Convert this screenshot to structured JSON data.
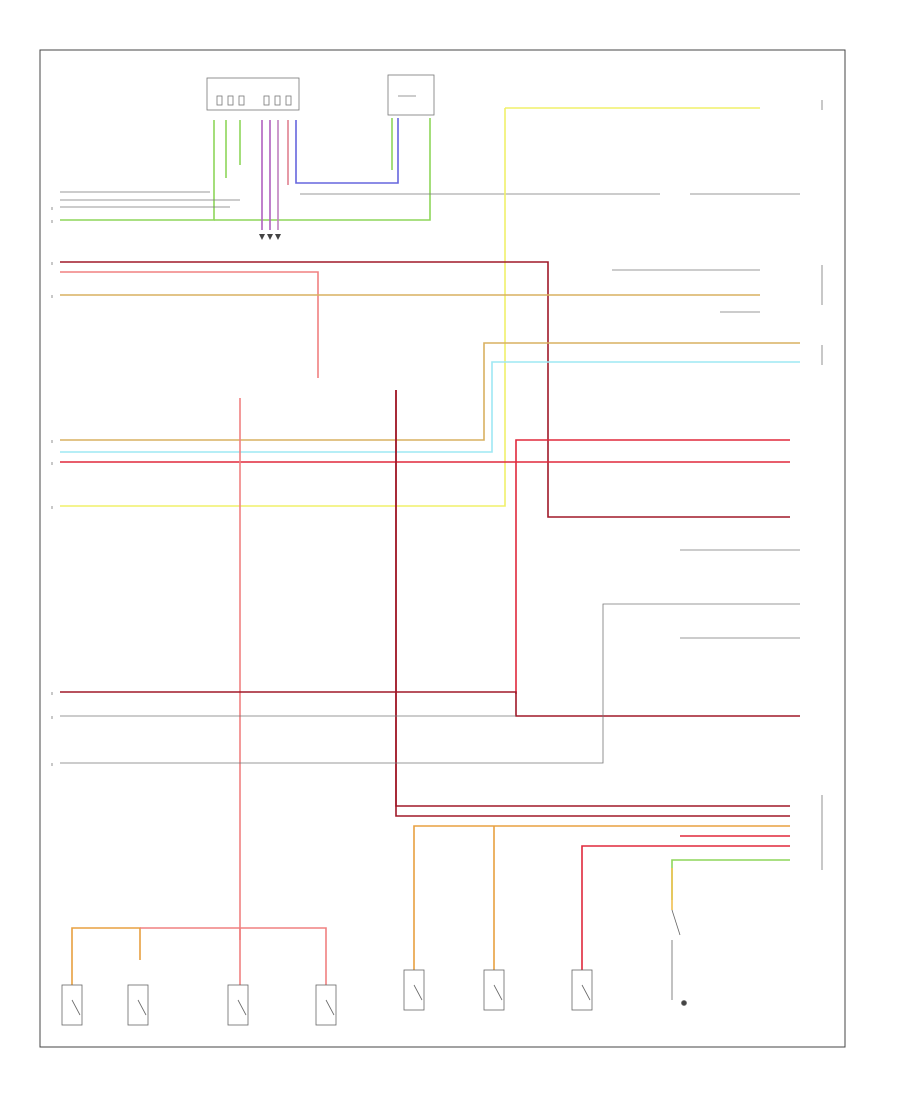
{
  "diagram": {
    "colors": {
      "frame": "#444444",
      "black": "#555555",
      "red": "#e0283c",
      "pink": "#f08080",
      "dark_red": "#a01828",
      "yellow": "#f0f06a",
      "green": "#8ed65a",
      "light_blue": "#9ee8f4",
      "tan": "#d8b060",
      "orange": "#e8a040",
      "blue": "#6666dd",
      "violet": "#b060c0",
      "gray": "#aaaaaa"
    },
    "components": [
      {
        "key": "top_connector_left",
        "label": ""
      },
      {
        "key": "top_module_right",
        "label": ""
      },
      {
        "key": "seat_switch_group_left",
        "label": ""
      },
      {
        "key": "seat_switch_group_right",
        "label": ""
      },
      {
        "key": "ground_right",
        "label": ""
      }
    ],
    "note": ""
  }
}
